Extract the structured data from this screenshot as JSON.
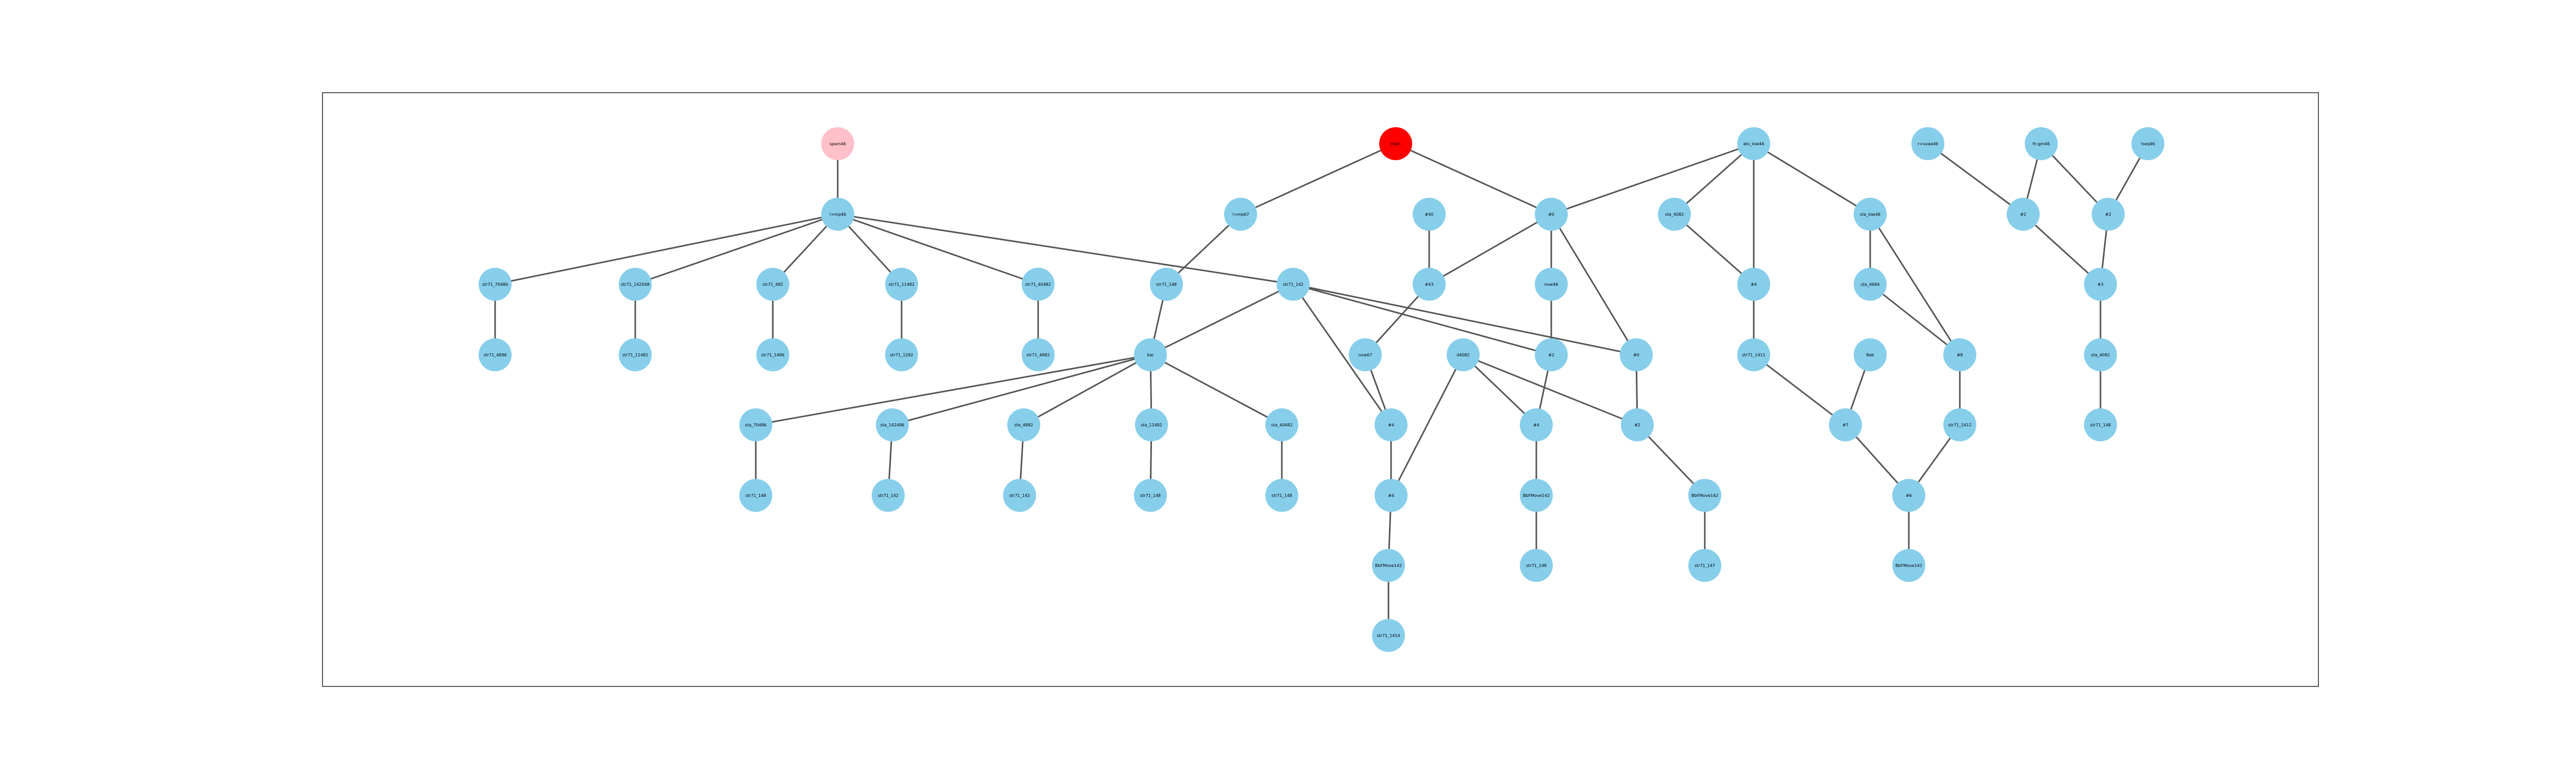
{
  "colors": {
    "node_default": "#87ceeb",
    "node_root": "#ff0000",
    "node_alt_root": "#ffc0cb",
    "edge": "#555555",
    "frame": "#555555"
  },
  "graph": {
    "nodes": [
      {
        "id": "alt_root",
        "label": "spam46",
        "kind": "alt_root"
      },
      {
        "id": "n_imp_l",
        "label": "!=mp46"
      },
      {
        "id": "l1",
        "label": "str71_70486"
      },
      {
        "id": "l2",
        "label": "str71_142048"
      },
      {
        "id": "l3",
        "label": "str71_482"
      },
      {
        "id": "l4",
        "label": "str71_11482"
      },
      {
        "id": "l5",
        "label": "str71_40482"
      },
      {
        "id": "l1c",
        "label": "str71_4896"
      },
      {
        "id": "l2c",
        "label": "str71_11482"
      },
      {
        "id": "l3c",
        "label": "str71_1486"
      },
      {
        "id": "l4c",
        "label": "str71_1282"
      },
      {
        "id": "l5c",
        "label": "str71_4882"
      },
      {
        "id": "root",
        "label": "main",
        "kind": "root"
      },
      {
        "id": "t67",
        "label": "!=mp67"
      },
      {
        "id": "s148",
        "label": "str71_148"
      },
      {
        "id": "s142",
        "label": "str71_142"
      },
      {
        "id": "sbar",
        "label": "bar"
      },
      {
        "id": "c1",
        "label": "sta_70486"
      },
      {
        "id": "c2",
        "label": "sta_142486"
      },
      {
        "id": "c3",
        "label": "sta_4882"
      },
      {
        "id": "c4",
        "label": "sta_11482"
      },
      {
        "id": "c5",
        "label": "sta_40482"
      },
      {
        "id": "c1c",
        "label": "str71_148"
      },
      {
        "id": "c2c",
        "label": "str71_142"
      },
      {
        "id": "c3c",
        "label": "str71_142"
      },
      {
        "id": "c4c",
        "label": "str71_148"
      },
      {
        "id": "c5c",
        "label": "str71_148"
      },
      {
        "id": "n40",
        "label": "#40"
      },
      {
        "id": "n43",
        "label": "#43"
      },
      {
        "id": "n_flow67",
        "label": "now67"
      },
      {
        "id": "n_r4a",
        "label": "#4"
      },
      {
        "id": "n_r4b",
        "label": "#4"
      },
      {
        "id": "n_bbl",
        "label": "BbFMove142"
      },
      {
        "id": "n_bblc",
        "label": "str71_1414"
      },
      {
        "id": "n_f0",
        "label": "#0"
      },
      {
        "id": "n_now46",
        "label": "now46"
      },
      {
        "id": "n_f2",
        "label": "#2"
      },
      {
        "id": "n_f0b",
        "label": "#0"
      },
      {
        "id": "n_d4",
        "label": "d4082"
      },
      {
        "id": "n_m4",
        "label": "#4"
      },
      {
        "id": "n_m2",
        "label": "#2"
      },
      {
        "id": "n_bb2",
        "label": "BbFMove142"
      },
      {
        "id": "n_bb2c",
        "label": "str71_148"
      },
      {
        "id": "n_bb3",
        "label": "BbFMove142"
      },
      {
        "id": "n_bb3c",
        "label": "str71_147"
      },
      {
        "id": "n_atx",
        "label": "atx_low46"
      },
      {
        "id": "n_sa",
        "label": "sta_4082"
      },
      {
        "id": "n_mid",
        "label": "#4"
      },
      {
        "id": "n_msc",
        "label": "str71_1411"
      },
      {
        "id": "n_sh",
        "label": "sta_low46"
      },
      {
        "id": "n_sh2",
        "label": "sta_4684"
      },
      {
        "id": "n_c8",
        "label": "#8"
      },
      {
        "id": "n_s1412",
        "label": "str71_1412"
      },
      {
        "id": "n_8ab",
        "label": "8ab"
      },
      {
        "id": "n_47",
        "label": "#7"
      },
      {
        "id": "n_m6",
        "label": "#6"
      },
      {
        "id": "n_bb4",
        "label": "BbFMove142"
      },
      {
        "id": "r1",
        "label": "r=uvaa46"
      },
      {
        "id": "r2",
        "label": "fn:gm46"
      },
      {
        "id": "r3",
        "label": "!seq46"
      },
      {
        "id": "r4",
        "label": "#2"
      },
      {
        "id": "r5",
        "label": "#2"
      },
      {
        "id": "r6",
        "label": "#3"
      },
      {
        "id": "r7",
        "label": "sta_4082"
      },
      {
        "id": "r8",
        "label": "str71_148"
      }
    ],
    "edges": [
      [
        "alt_root",
        "n_imp_l"
      ],
      [
        "n_imp_l",
        "l1"
      ],
      [
        "n_imp_l",
        "l2"
      ],
      [
        "n_imp_l",
        "l3"
      ],
      [
        "n_imp_l",
        "l4"
      ],
      [
        "n_imp_l",
        "l5"
      ],
      [
        "n_imp_l",
        "s142"
      ],
      [
        "l1",
        "l1c"
      ],
      [
        "l2",
        "l2c"
      ],
      [
        "l3",
        "l3c"
      ],
      [
        "l4",
        "l4c"
      ],
      [
        "l5",
        "l5c"
      ],
      [
        "root",
        "t67"
      ],
      [
        "root",
        "n_f0"
      ],
      [
        "t67",
        "s148"
      ],
      [
        "s148",
        "sbar"
      ],
      [
        "s142",
        "sbar"
      ],
      [
        "s142",
        "n_r4a"
      ],
      [
        "s142",
        "n_f2"
      ],
      [
        "s142",
        "n_f0b"
      ],
      [
        "sbar",
        "c1"
      ],
      [
        "sbar",
        "c2"
      ],
      [
        "sbar",
        "c3"
      ],
      [
        "sbar",
        "c4"
      ],
      [
        "sbar",
        "c5"
      ],
      [
        "c1",
        "c1c"
      ],
      [
        "c2",
        "c2c"
      ],
      [
        "c3",
        "c3c"
      ],
      [
        "c4",
        "c4c"
      ],
      [
        "c5",
        "c5c"
      ],
      [
        "n40",
        "n43"
      ],
      [
        "n43",
        "n_flow67"
      ],
      [
        "n_flow67",
        "n_r4a"
      ],
      [
        "n_f0",
        "n43"
      ],
      [
        "n_r4a",
        "n_r4b"
      ],
      [
        "n_d4",
        "n_r4b"
      ],
      [
        "n_r4b",
        "n_bbl"
      ],
      [
        "n_bbl",
        "n_bblc"
      ],
      [
        "n_f0",
        "n_now46"
      ],
      [
        "n_f0",
        "n_f0b"
      ],
      [
        "n_now46",
        "n_f2"
      ],
      [
        "n_f2",
        "n_m4"
      ],
      [
        "n_d4",
        "n_m4"
      ],
      [
        "n_d4",
        "n_m2"
      ],
      [
        "n_f0b",
        "n_m2"
      ],
      [
        "n_m4",
        "n_bb2"
      ],
      [
        "n_bb2",
        "n_bb2c"
      ],
      [
        "n_m2",
        "n_bb3"
      ],
      [
        "n_bb3",
        "n_bb3c"
      ],
      [
        "n_atx",
        "n_f0"
      ],
      [
        "n_atx",
        "n_sa"
      ],
      [
        "n_atx",
        "n_mid"
      ],
      [
        "n_atx",
        "n_sh"
      ],
      [
        "n_sa",
        "n_mid"
      ],
      [
        "n_mid",
        "n_msc"
      ],
      [
        "n_msc",
        "n_47"
      ],
      [
        "n_sh",
        "n_sh2"
      ],
      [
        "n_sh",
        "n_c8"
      ],
      [
        "n_sh2",
        "n_c8"
      ],
      [
        "n_c8",
        "n_s1412"
      ],
      [
        "n_s1412",
        "n_m6"
      ],
      [
        "n_8ab",
        "n_47"
      ],
      [
        "n_47",
        "n_m6"
      ],
      [
        "n_m6",
        "n_bb4"
      ],
      [
        "r1",
        "r4"
      ],
      [
        "r2",
        "r4"
      ],
      [
        "r2",
        "r5"
      ],
      [
        "r3",
        "r5"
      ],
      [
        "r4",
        "r6"
      ],
      [
        "r5",
        "r6"
      ],
      [
        "r6",
        "r7"
      ],
      [
        "r7",
        "r8"
      ]
    ]
  }
}
